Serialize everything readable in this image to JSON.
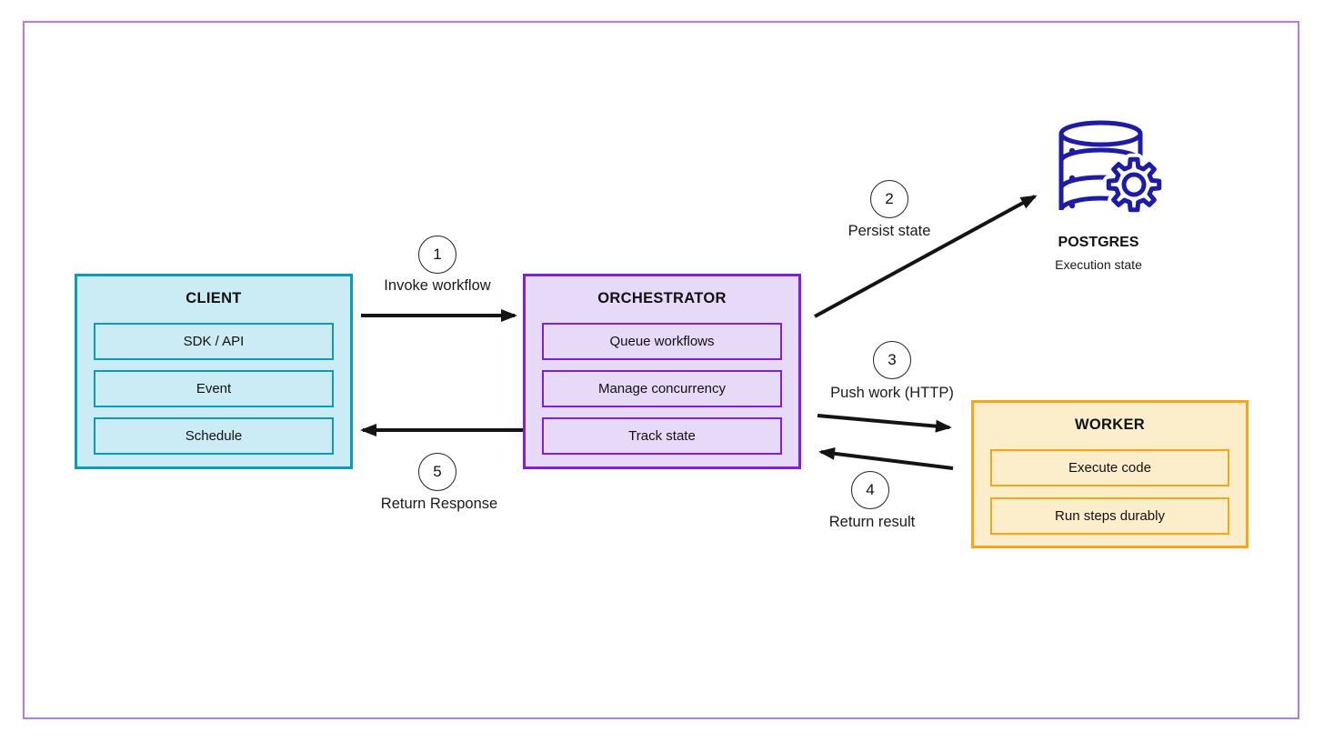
{
  "palette": {
    "frame_border": "#b57aeb",
    "client_border": "#0a9cba",
    "client_fill": "#cbecf4",
    "orchestrator_border": "#7f1fe0",
    "orchestrator_fill": "#e7d9f8",
    "worker_border": "#f6a61d",
    "worker_fill": "#fdeecb",
    "postgres_icon": "#1e1ba6",
    "arrow_color": "#141414"
  },
  "nodes": {
    "client": {
      "title": "CLIENT",
      "items": [
        "SDK / API",
        "Event",
        "Schedule"
      ]
    },
    "orchestrator": {
      "title": "ORCHESTRATOR",
      "items": [
        "Queue workflows",
        "Manage concurrency",
        "Track state"
      ]
    },
    "worker": {
      "title": "WORKER",
      "items": [
        "Execute code",
        "Run steps durably"
      ]
    },
    "postgres": {
      "title": "POSTGRES",
      "subtitle": "Execution state"
    }
  },
  "steps": [
    {
      "number": "1",
      "label": "Invoke workflow"
    },
    {
      "number": "2",
      "label": "Persist state"
    },
    {
      "number": "3",
      "label": "Push work (HTTP)"
    },
    {
      "number": "4",
      "label": "Return result"
    },
    {
      "number": "5",
      "label": "Return Response"
    }
  ]
}
